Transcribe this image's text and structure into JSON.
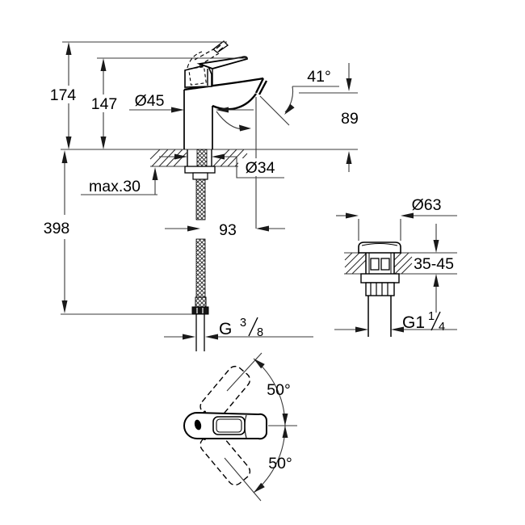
{
  "drawing": {
    "type": "faucet-technical-dimension-drawing",
    "background_color": "#ffffff",
    "line_color": "#000000",
    "dim_line_color": "#3a3a3a"
  },
  "main_view": {
    "dims": {
      "total_height": "174",
      "handle_height": "147",
      "body_diameter": "Ø45",
      "spray_angle": "41°",
      "spout_height": "89",
      "hole_diameter": "Ø34",
      "deck_thickness": "max.30",
      "hose_length": "398",
      "spout_reach": "93",
      "supply_thread": {
        "base": "G",
        "numerator": "3",
        "denominator": "8"
      }
    }
  },
  "drain_view": {
    "dims": {
      "flange_diameter": "Ø63",
      "deck_thickness_range": "35-45",
      "waste_thread": {
        "base": "G1",
        "numerator": "1",
        "denominator": "4"
      }
    }
  },
  "top_view": {
    "dims": {
      "handle_swing_upper": "50°",
      "handle_swing_lower": "50°"
    }
  }
}
